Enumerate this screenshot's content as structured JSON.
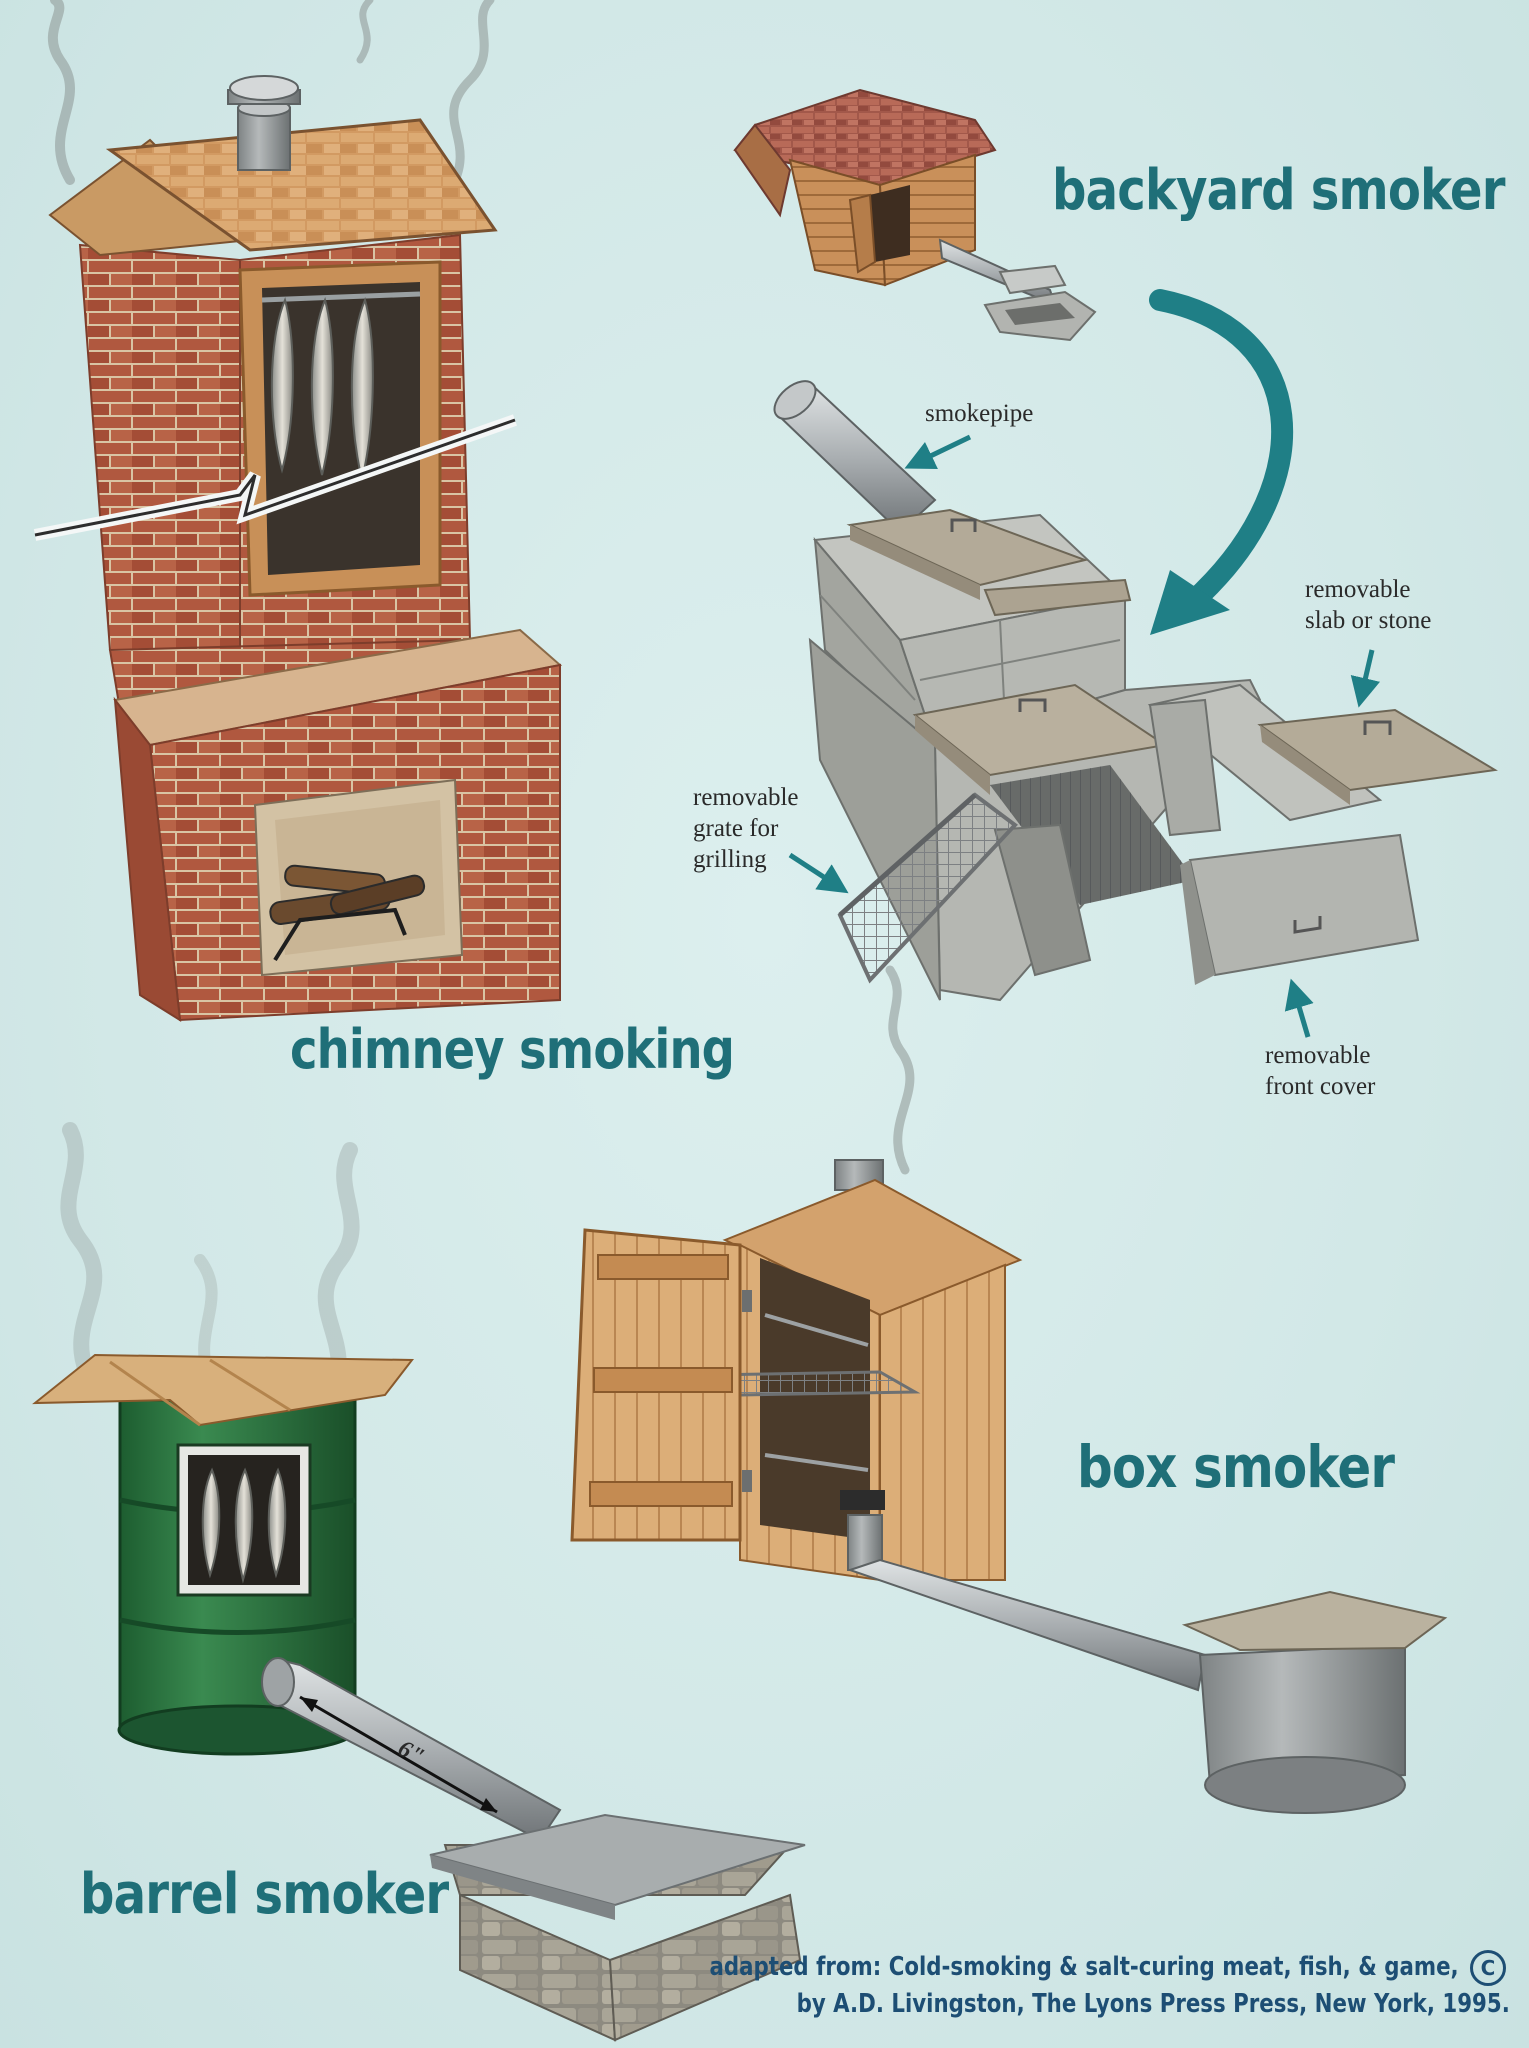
{
  "titles": {
    "chimney": "chimney smoking",
    "backyard": "backyard smoker",
    "box": "box smoker",
    "barrel": "barrel smoker"
  },
  "callouts": {
    "smokepipe": [
      "smokepipe"
    ],
    "slab": [
      "removable",
      "slab or stone"
    ],
    "grate": [
      "removable",
      "grate for",
      "grilling"
    ],
    "front_cover": [
      "removable",
      "front cover"
    ],
    "pipe_length": "6\""
  },
  "credit": {
    "line1": "adapted from:  Cold-smoking & salt-curing meat, fish, & game,",
    "line2": "by A.D. Livingston, The Lyons Press Press, New York, 1995.",
    "symbol": "C"
  },
  "colors": {
    "background": "#d6ebea",
    "title": "#1f6f78",
    "arrow": "#1f7f86",
    "brick": "#b0583f",
    "wood": "#d7a46a",
    "barrel": "#2f7d45",
    "concrete": "#a6a8a3",
    "credit": "#1d4e74"
  }
}
